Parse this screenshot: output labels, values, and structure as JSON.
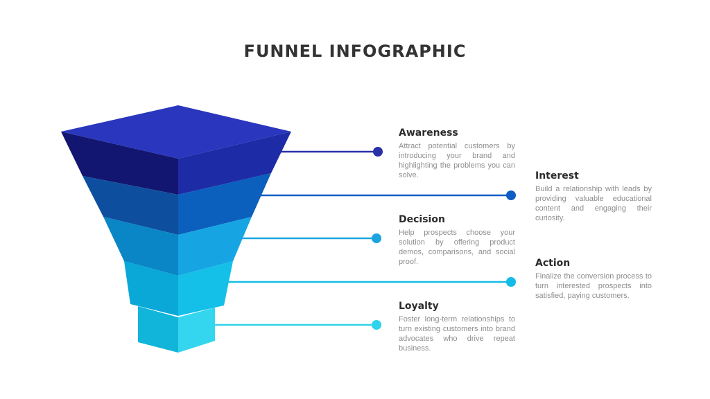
{
  "title": "FUNNEL INFOGRAPHIC",
  "colors": {
    "background": "#ffffff",
    "title_text": "#333333",
    "label_text": "#2c2c2c",
    "description_text": "#8e8e8e"
  },
  "funnel": {
    "top_color": "#2936bd"
  },
  "items": [
    {
      "label": "Awareness",
      "description": "Attract potential customers by introducing your brand and highlighting the problems you can solve.",
      "left_color": "#131670",
      "right_color": "#1d2ba6",
      "connector_color": "#2a30a8"
    },
    {
      "label": "Interest",
      "description": "Build a relationship with leads by providing valuable educational content and engaging their curiosity.",
      "left_color": "#0d4f9e",
      "right_color": "#0b5fbd",
      "connector_color": "#0d5cc4"
    },
    {
      "label": "Decision",
      "description": "Help prospects choose your solution by offering product demos, comparisons, and social proof.",
      "left_color": "#0a86c6",
      "right_color": "#16a5e2",
      "connector_color": "#1ba4e0"
    },
    {
      "label": "Action",
      "description": "Finalize the conversion process to turn interested prospects into satisfied, paying customers.",
      "left_color": "#09a8d6",
      "right_color": "#14bfe8",
      "connector_color": "#12bce6"
    },
    {
      "label": "Loyalty",
      "description": "Foster long-term relationships to turn existing customers into brand advocates who drive repeat business.",
      "left_color": "#12b5da",
      "right_color": "#33d6ee",
      "connector_color": "#2fd3ec"
    }
  ]
}
